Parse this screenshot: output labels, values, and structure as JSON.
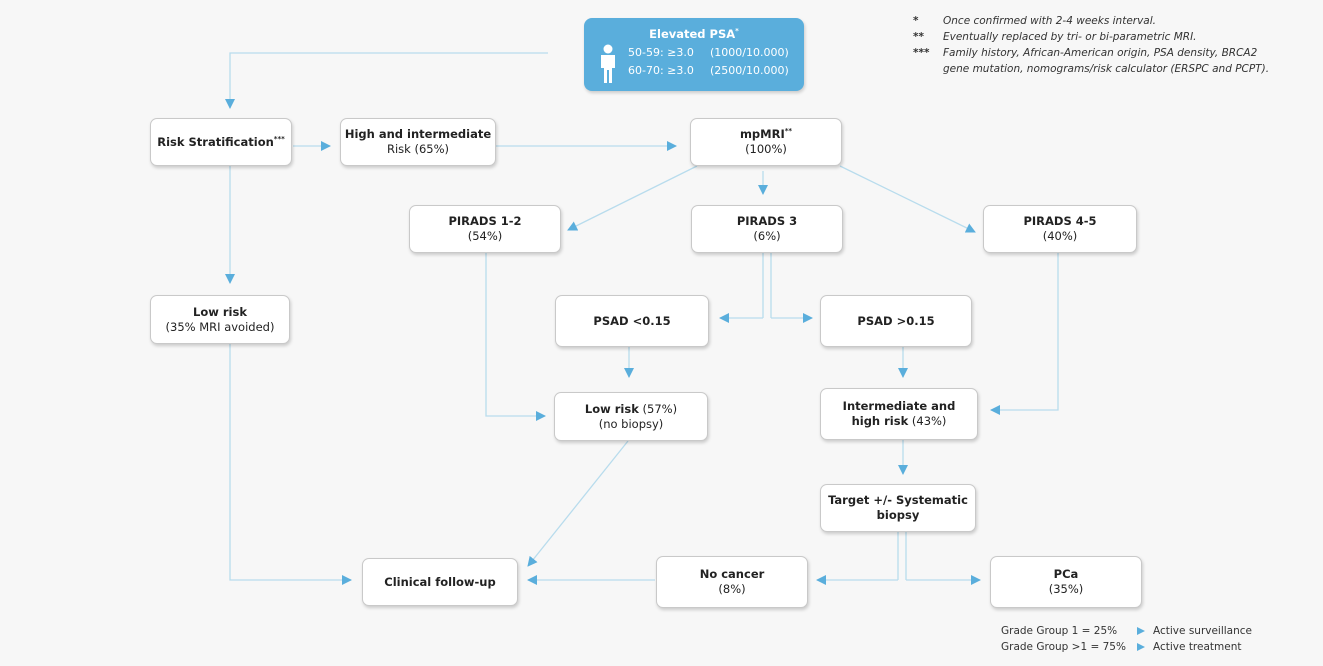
{
  "top": {
    "title": "Elevated PSA",
    "title_mark": "*",
    "ranges": [
      {
        "age": "50-59: ≥3.0",
        "ratio": "(1000/10.000)"
      },
      {
        "age": "60-70: ≥3.0",
        "ratio": "(2500/10.000)"
      }
    ]
  },
  "nodes": {
    "risk_strat": {
      "title": "Risk Stratification",
      "mark": "***"
    },
    "high_int": {
      "title": "High and intermediate",
      "sub": "Risk (65%)"
    },
    "mpmri": {
      "title": "mpMRI",
      "mark": "**",
      "sub": "(100%)"
    },
    "pirads12": {
      "title": "PIRADS 1-2",
      "sub": "(54%)"
    },
    "pirads3": {
      "title": "PIRADS 3",
      "sub": "(6%)"
    },
    "pirads45": {
      "title": "PIRADS 4-5",
      "sub": "(40%)"
    },
    "low_risk_left": {
      "title": "Low risk",
      "sub": "(35% MRI avoided)"
    },
    "psad_low": {
      "title": "PSAD <0.15"
    },
    "psad_high": {
      "title": "PSAD >0.15"
    },
    "low_risk_57": {
      "title": "Low risk",
      "title_rest": " (57%)",
      "sub": "(no biopsy)"
    },
    "int_high": {
      "title": "Intermediate and",
      "title2": "high risk",
      "title2_rest": " (43%)"
    },
    "target": {
      "title": "Target +/- Systematic",
      "title2": "biopsy"
    },
    "clinical": {
      "title": "Clinical follow-up"
    },
    "no_cancer": {
      "title": "No cancer",
      "sub": "(8%)"
    },
    "pca": {
      "title": "PCa",
      "sub": "(35%)"
    }
  },
  "footnotes": [
    {
      "mark": "*",
      "text": "Once confirmed with 2-4 weeks interval."
    },
    {
      "mark": "**",
      "text": "Eventually replaced by tri- or bi-parametric MRI."
    },
    {
      "mark": "***",
      "text": "Family history, African-American origin, PSA density, BRCA2"
    },
    {
      "mark": "",
      "text": "gene mutation, nomograms/risk calculator (ERSPC and PCPT)."
    }
  ],
  "grades": [
    {
      "label": "Grade Group 1 = 25%",
      "outcome": "Active surveillance"
    },
    {
      "label": "Grade Group >1 = 75%",
      "outcome": "Active treatment"
    }
  ],
  "colors": {
    "accent": "#5aaedc",
    "line": "#b8dced",
    "box_border": "#c9c9c9"
  }
}
